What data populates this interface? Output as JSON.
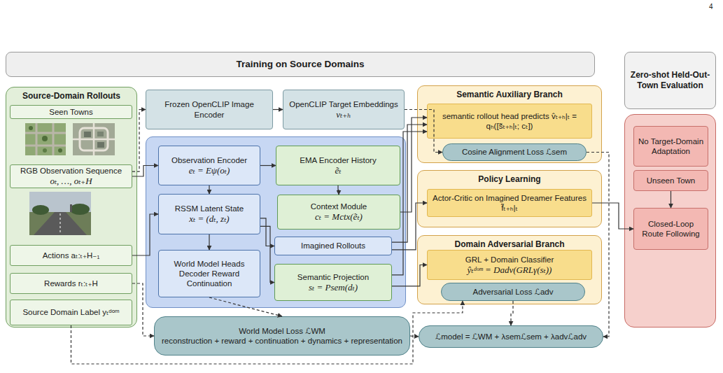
{
  "diagram": {
    "nodes": [
      {
        "text": [
          "Training on Source Domains"
        ]
      },
      {
        "text": [
          "Zero-shot Held-Out-Town Evaluation"
        ]
      },
      {
        "text": [
          "Source-Domain Rollouts"
        ]
      },
      {
        "text": [
          "Seen Towns"
        ],
        "in": 2
      },
      {
        "text": [
          "RGB Observation Sequence",
          "oₜ, …, oₜ₊H"
        ],
        "in": 2
      },
      {
        "text": [
          "Actions aₜ:ₜ₊H₋₁"
        ],
        "in": 2
      },
      {
        "text": [
          "Rewards rₜ:ₜ₊H"
        ],
        "in": 2
      },
      {
        "text": [
          "Source Domain Label yₜᵈᵒᵐ"
        ],
        "in": 2
      },
      {
        "text": [
          "Frozen OpenCLIP Image Encoder"
        ]
      },
      {
        "text": [
          "OpenCLIP Target Embeddings",
          "vₜ₊ₕ"
        ]
      },
      {
        "text": [
          "Observation Encoder",
          "eₜ = Eψ(oₜ)"
        ]
      },
      {
        "text": [
          "EMA Encoder History",
          "ẽₜ"
        ]
      },
      {
        "text": [
          "RSSM Latent State",
          "xₜ = (dₜ, zₜ)"
        ]
      },
      {
        "text": [
          "Context Module",
          "cₜ = Mctx(ẽₜ)"
        ]
      },
      {
        "text": [
          "World Model Heads Decoder Reward Continuation"
        ]
      },
      {
        "text": [
          "Imagined Rollouts"
        ]
      },
      {
        "text": [
          "Semantic Projection",
          "sₜ = Psem(dₜ)"
        ]
      },
      {
        "text": [
          "World Model Loss ℒWM",
          "reconstruction + reward + continuation + dynamics + representation"
        ]
      },
      {
        "text": [
          "Semantic Auxiliary Branch"
        ]
      },
      {
        "text": [
          "semantic rollout head predicts v̂ₜ₊ₕ|ₜ = qₕ([s̃ₜ₊ₕ|ₜ; cₜ])"
        ],
        "in": 18
      },
      {
        "text": [
          "Cosine Alignment Loss ℒsem"
        ],
        "in": 18
      },
      {
        "text": [
          "Policy Learning"
        ]
      },
      {
        "text": [
          "Actor-Critic on Imagined Dreamer Features f̃ₜ₊ₕ|ₜ"
        ],
        "in": 21
      },
      {
        "text": [
          "Domain Adversarial Branch"
        ]
      },
      {
        "text": [
          "GRL + Domain Classifier",
          "ŷₜᵈᵒᵐ = Dadv(GRLγ(sₜ))"
        ],
        "in": 23
      },
      {
        "text": [
          "Adversarial Loss ℒadv"
        ],
        "in": 23
      },
      {
        "text": [
          "ℒmodel = ℒWM + λsemℒsem + λadvℒadv"
        ]
      },
      {
        "text": [
          "No Target-Domain Adaptation"
        ]
      },
      {
        "text": [
          "Unseen Town"
        ]
      },
      {
        "text": [
          "Closed-Loop Route Following"
        ]
      }
    ],
    "edges": [
      {
        "from": 4,
        "to": 8,
        "arrow": "to"
      },
      {
        "from": 4,
        "to": 10,
        "arrow": "to"
      },
      {
        "from": 5,
        "to": 12,
        "arrow": "to"
      },
      {
        "from": 6,
        "to": 17,
        "arrow": "to"
      },
      {
        "from": 7,
        "to": 25,
        "arrow": "to"
      },
      {
        "from": 8,
        "to": 9,
        "arrow": "to"
      },
      {
        "from": 9,
        "to": 20,
        "arrow": "to"
      },
      {
        "from": 10,
        "to": 11,
        "arrow": "to"
      },
      {
        "from": 10,
        "to": 12,
        "arrow": "to"
      },
      {
        "from": 11,
        "to": 13,
        "arrow": "to"
      },
      {
        "from": 12,
        "to": 14,
        "arrow": "to"
      },
      {
        "from": 12,
        "to": 15,
        "arrow": "to"
      },
      {
        "from": 12,
        "to": 16,
        "arrow": "to"
      },
      {
        "from": 13,
        "to": 19,
        "arrow": "to"
      },
      {
        "from": 15,
        "to": 19,
        "arrow": "to"
      },
      {
        "from": 16,
        "to": 19,
        "arrow": "to"
      },
      {
        "from": 15,
        "to": 22,
        "arrow": "to"
      },
      {
        "from": 16,
        "to": 24,
        "arrow": "to"
      },
      {
        "from": 14,
        "to": 17,
        "arrow": "to"
      },
      {
        "from": 20,
        "to": 26,
        "arrow": "to"
      },
      {
        "from": 25,
        "to": 26,
        "arrow": "to"
      },
      {
        "from": 17,
        "to": 26,
        "arrow": "to"
      },
      {
        "from": 22,
        "to": 29,
        "arrow": "to"
      },
      {
        "from": 28,
        "to": 29,
        "arrow": "to"
      }
    ],
    "labels": [
      "4"
    ]
  }
}
